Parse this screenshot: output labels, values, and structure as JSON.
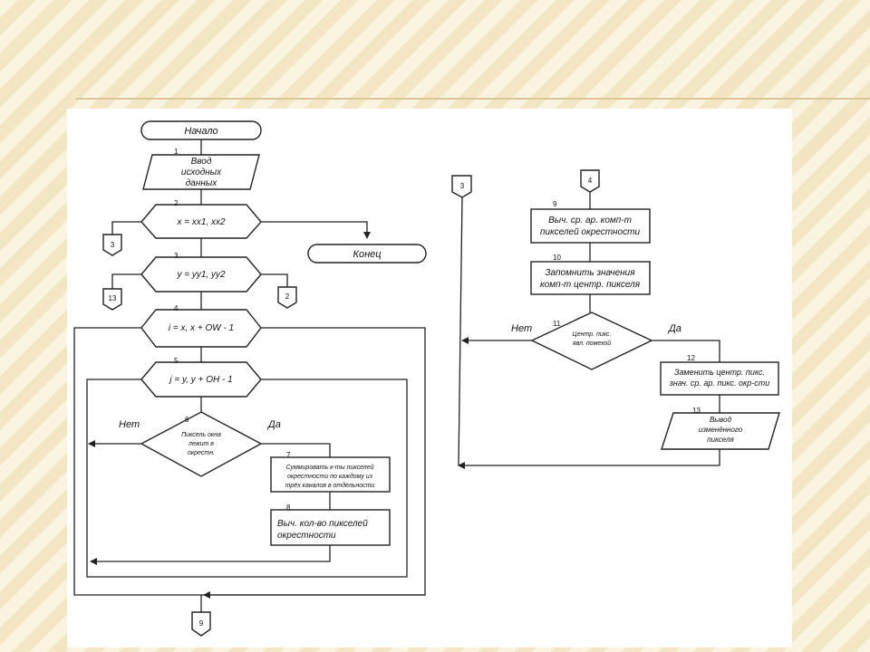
{
  "flowchart": {
    "start": "Начало",
    "end": "Конец",
    "n1": "1",
    "b1": [
      "Ввод",
      "исходных",
      "данных"
    ],
    "n2": "2",
    "b2": "x = xx1, xx2",
    "n3": "3",
    "b3": "y = yy1, yy2",
    "n4": "4",
    "b4": "i = x, x + OW - 1",
    "n5": "5",
    "b5": "j = y, y + OH - 1",
    "n6": "6",
    "b6": [
      "Пиксель окна",
      "лежит в",
      "окрестн."
    ],
    "n7": "7",
    "b7": [
      "Суммировать к-ты пикселей",
      "окрестности по каждому из",
      "трёх каналов в отдельности"
    ],
    "n8": "8",
    "b8": [
      "Выч. кол-во пикселей",
      "окрестности"
    ],
    "no": "Нет",
    "yes": "Да",
    "conn_3": "3",
    "conn_13": "13",
    "conn_2": "2",
    "conn_9": "9",
    "conn_4": "4",
    "n9": "9",
    "b9": [
      "Выч. ср. ар. комп-т",
      "пикселей окрестности"
    ],
    "n10": "10",
    "b10": [
      "Запомнить значения",
      "комп-т центр. пикселя"
    ],
    "n11": "11",
    "b11": [
      "Центр. пикс.",
      "явл. помехой"
    ],
    "n12": "12",
    "b12": [
      "Заменить центр. пикс.",
      "знач. ср. ар. пикс. окр-сти"
    ],
    "n13": "13",
    "b13": [
      "Вывод",
      "изменённого",
      "пикселя"
    ]
  }
}
